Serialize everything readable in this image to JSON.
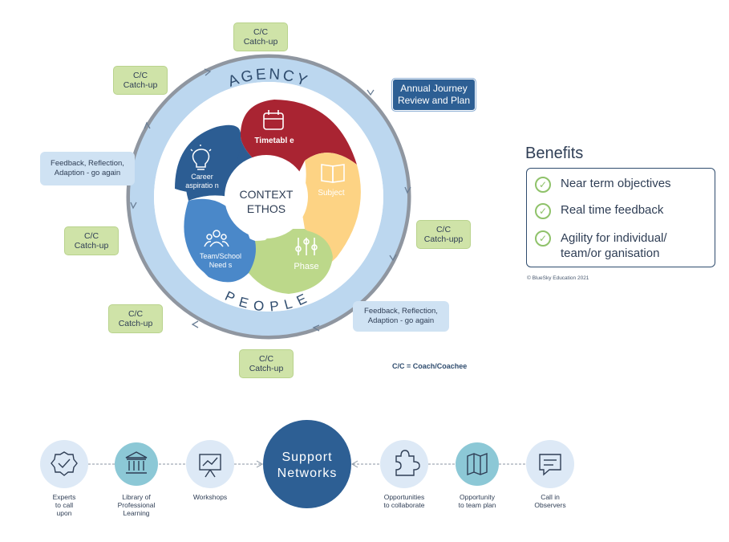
{
  "cycle": {
    "agency_label": "AGENCY",
    "people_label": "PEOPLE",
    "center": {
      "line1": "CONTEXT",
      "line2": "ETHOS"
    },
    "segments": [
      {
        "id": "timetable",
        "label": "Timetabl e",
        "icon": "calendar-icon",
        "color": "#a92432"
      },
      {
        "id": "subject",
        "label": "Subject",
        "icon": "book-icon",
        "color": "#fdd384"
      },
      {
        "id": "phase",
        "label": "Phase",
        "icon": "sliders-icon",
        "color": "#bcd88a"
      },
      {
        "id": "team",
        "label1": "Team/School",
        "label2": "Need s",
        "icon": "people-icon",
        "color": "#4a88c9"
      },
      {
        "id": "career",
        "label1": "Career",
        "label2": "aspiratio n",
        "icon": "lightbulb-icon",
        "color": "#2c5d93"
      }
    ]
  },
  "catchups": {
    "top": {
      "line1": "C/C",
      "line2": "Catch-up"
    },
    "top_left": {
      "line1": "C/C",
      "line2": "Catch-up"
    },
    "left": {
      "line1": "C/C",
      "line2": "Catch-up"
    },
    "bottom_left": {
      "line1": "C/C",
      "line2": "Catch-up"
    },
    "bottom": {
      "line1": "C/C",
      "line2": "Catch-up"
    },
    "right": {
      "line1": "C/C",
      "line2": "Catch-upp"
    }
  },
  "feedback_left": {
    "line1": "Feedback, Reflection,",
    "line2": "Adaption - go again"
  },
  "feedback_right": {
    "line1": "Feedback, Reflection,",
    "line2": "Adaption - go again"
  },
  "annual_journey": {
    "line1": "Annual Journey",
    "line2": "Review and Plan"
  },
  "benefits": {
    "title": "Benefits",
    "items": [
      {
        "line1": "Near term objectives",
        "line2": ""
      },
      {
        "line1": "Real time feedback",
        "line2": ""
      },
      {
        "line1": "Agility for individual/",
        "line2": "team/or ganisation"
      }
    ]
  },
  "copyright": "© BlueSky Education 2021",
  "legend": "C/C = Coach/Coachee",
  "support": {
    "title_line1": "Support",
    "title_line2": "Networks",
    "nodes": [
      {
        "icon": "badge-check-icon",
        "lines": [
          "Experts",
          "to call",
          "upon"
        ]
      },
      {
        "icon": "library-icon",
        "lines": [
          "Library of",
          "Professional",
          "Learning"
        ]
      },
      {
        "icon": "presentation-icon",
        "lines": [
          "Workshops"
        ]
      },
      {
        "icon": "puzzle-icon",
        "lines": [
          "Opportunities",
          "to collaborate"
        ]
      },
      {
        "icon": "map-icon",
        "lines": [
          "Opportunity",
          "to team plan"
        ]
      },
      {
        "icon": "chat-icon",
        "lines": [
          "Call in",
          "Observers"
        ]
      }
    ]
  },
  "colors": {
    "navy": "#2f4c6e",
    "ring": "#bcd7ef",
    "catchup_green": "#cfe3a8",
    "node_light": "#dde9f6",
    "node_teal": "#8cc8d6"
  }
}
